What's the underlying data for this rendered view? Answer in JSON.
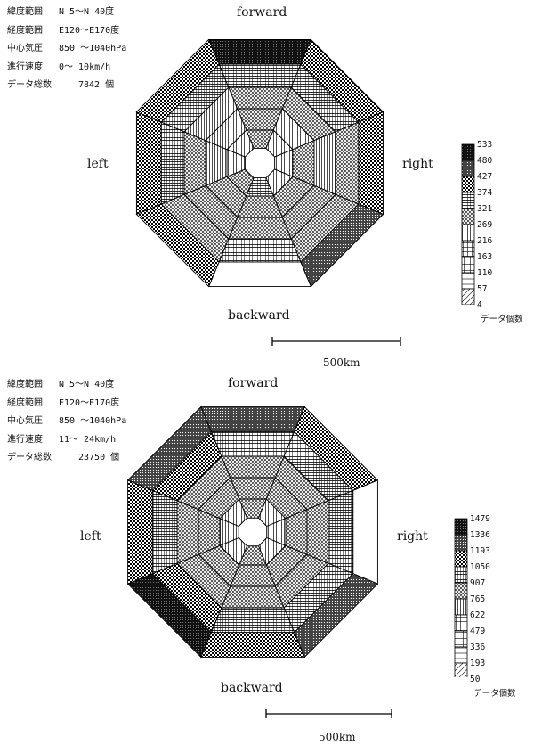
{
  "chart_data": [
    {
      "type": "heatmap",
      "info": {
        "lat_label": "緯度範囲",
        "lat_value": "N  5〜N 40度",
        "lon_label": "経度範囲",
        "lon_value": "E120〜E170度",
        "pres_label": "中心気圧",
        "pres_value": "850 〜1040hPa",
        "speed_label": "進行速度",
        "speed_value": "0〜  10km/h",
        "count_label": "データ総数",
        "count_value": "7842 個"
      },
      "direction_labels": {
        "forward": "forward",
        "backward": "backward",
        "left": "left",
        "right": "right"
      },
      "legend": {
        "ticks": [
          "533",
          "480",
          "427",
          "374",
          "321",
          "269",
          "216",
          "163",
          "110",
          "57",
          "4"
        ],
        "caption": "データ個数"
      },
      "scale_label": "500km",
      "rings_sectors_from_forward_clockwise": [
        [
          5,
          4,
          4,
          4,
          6,
          5,
          4,
          4
        ],
        [
          5,
          4,
          5,
          5,
          5,
          5,
          4,
          4
        ],
        [
          5,
          5,
          4,
          5,
          5,
          5,
          5,
          4
        ],
        [
          6,
          6,
          5,
          5,
          6,
          5,
          6,
          6
        ],
        [
          9,
          7,
          7,
          8,
          10,
          7,
          7,
          7
        ]
      ]
    },
    {
      "type": "heatmap",
      "info": {
        "lat_label": "緯度範囲",
        "lat_value": "N  5〜N 40度",
        "lon_label": "経度範囲",
        "lon_value": "E120〜E170度",
        "pres_label": "中心気圧",
        "pres_value": "850 〜1040hPa",
        "speed_label": "進行速度",
        "speed_value": "11〜  24km/h",
        "count_label": "データ総数",
        "count_value": "23750 個"
      },
      "direction_labels": {
        "forward": "forward",
        "backward": "backward",
        "left": "left",
        "right": "right"
      },
      "legend": {
        "ticks": [
          "1479",
          "1336",
          "1193",
          "1050",
          "907",
          "765",
          "622",
          "479",
          "336",
          "193",
          "50"
        ],
        "caption": "データ個数"
      },
      "scale_label": "500km",
      "rings_sectors_from_forward_clockwise": [
        [
          5,
          4,
          4,
          4,
          5,
          4,
          4,
          4
        ],
        [
          5,
          5,
          5,
          5,
          5,
          5,
          5,
          5
        ],
        [
          5,
          5,
          5,
          5,
          5,
          5,
          5,
          5
        ],
        [
          6,
          6,
          6,
          6,
          6,
          7,
          6,
          7
        ],
        [
          8,
          7,
          10,
          8,
          7,
          9,
          7,
          8
        ]
      ]
    }
  ]
}
